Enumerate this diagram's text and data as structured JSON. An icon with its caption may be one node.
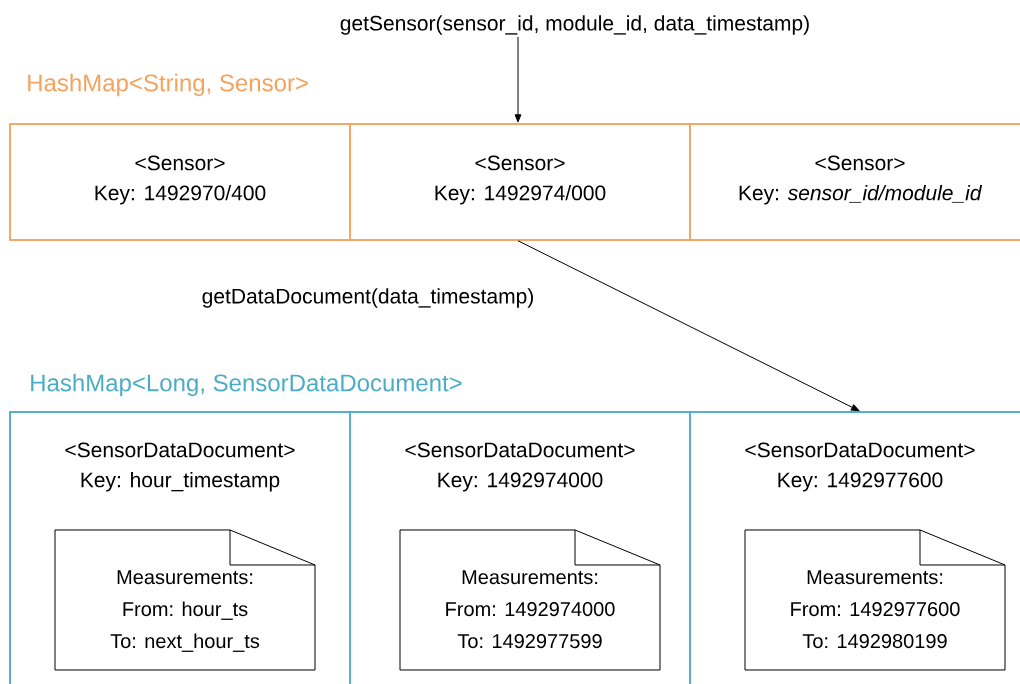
{
  "diagram": {
    "nodes": [
      {
        "text": [
          "getSensor(sensor_id, module_id, data_timestamp)"
        ]
      },
      {
        "text": [
          "HashMap<String, Sensor>"
        ]
      },
      {
        "text": [
          "<Sensor>",
          "Key: 1492970/400"
        ],
        "in": 1
      },
      {
        "text": [
          "<Sensor>",
          "Key: 1492974/000"
        ],
        "in": 1
      },
      {
        "text": [
          "<Sensor>",
          "Key: *sensor_id/module_id*"
        ],
        "in": 1
      },
      {
        "text": [
          "HashMap<Long, SensorDataDocument>"
        ]
      },
      {
        "text": [
          "<SensorDataDocument>",
          "Key: hour_timestamp"
        ],
        "in": 5
      },
      {
        "text": [
          "<SensorDataDocument>",
          "Key: 1492974000"
        ],
        "in": 5
      },
      {
        "text": [
          "<SensorDataDocument>",
          "Key: 1492977600"
        ],
        "in": 5
      },
      {
        "text": [
          "Measurements:",
          "From: hour_ts",
          "To: next_hour_ts"
        ],
        "in": 6
      },
      {
        "text": [
          "Measurements:",
          "From: 1492974000",
          "To: 1492977599"
        ],
        "in": 7
      },
      {
        "text": [
          "Measurements:",
          "From: 1492977600",
          "To: 1492980199"
        ],
        "in": 8
      }
    ],
    "edges": [
      {
        "from": 0,
        "to": 3,
        "arrow": "to"
      },
      {
        "from": 3,
        "to": 8,
        "arrow": "to",
        "label": "getDataDocument(data_timestamp)"
      }
    ]
  }
}
